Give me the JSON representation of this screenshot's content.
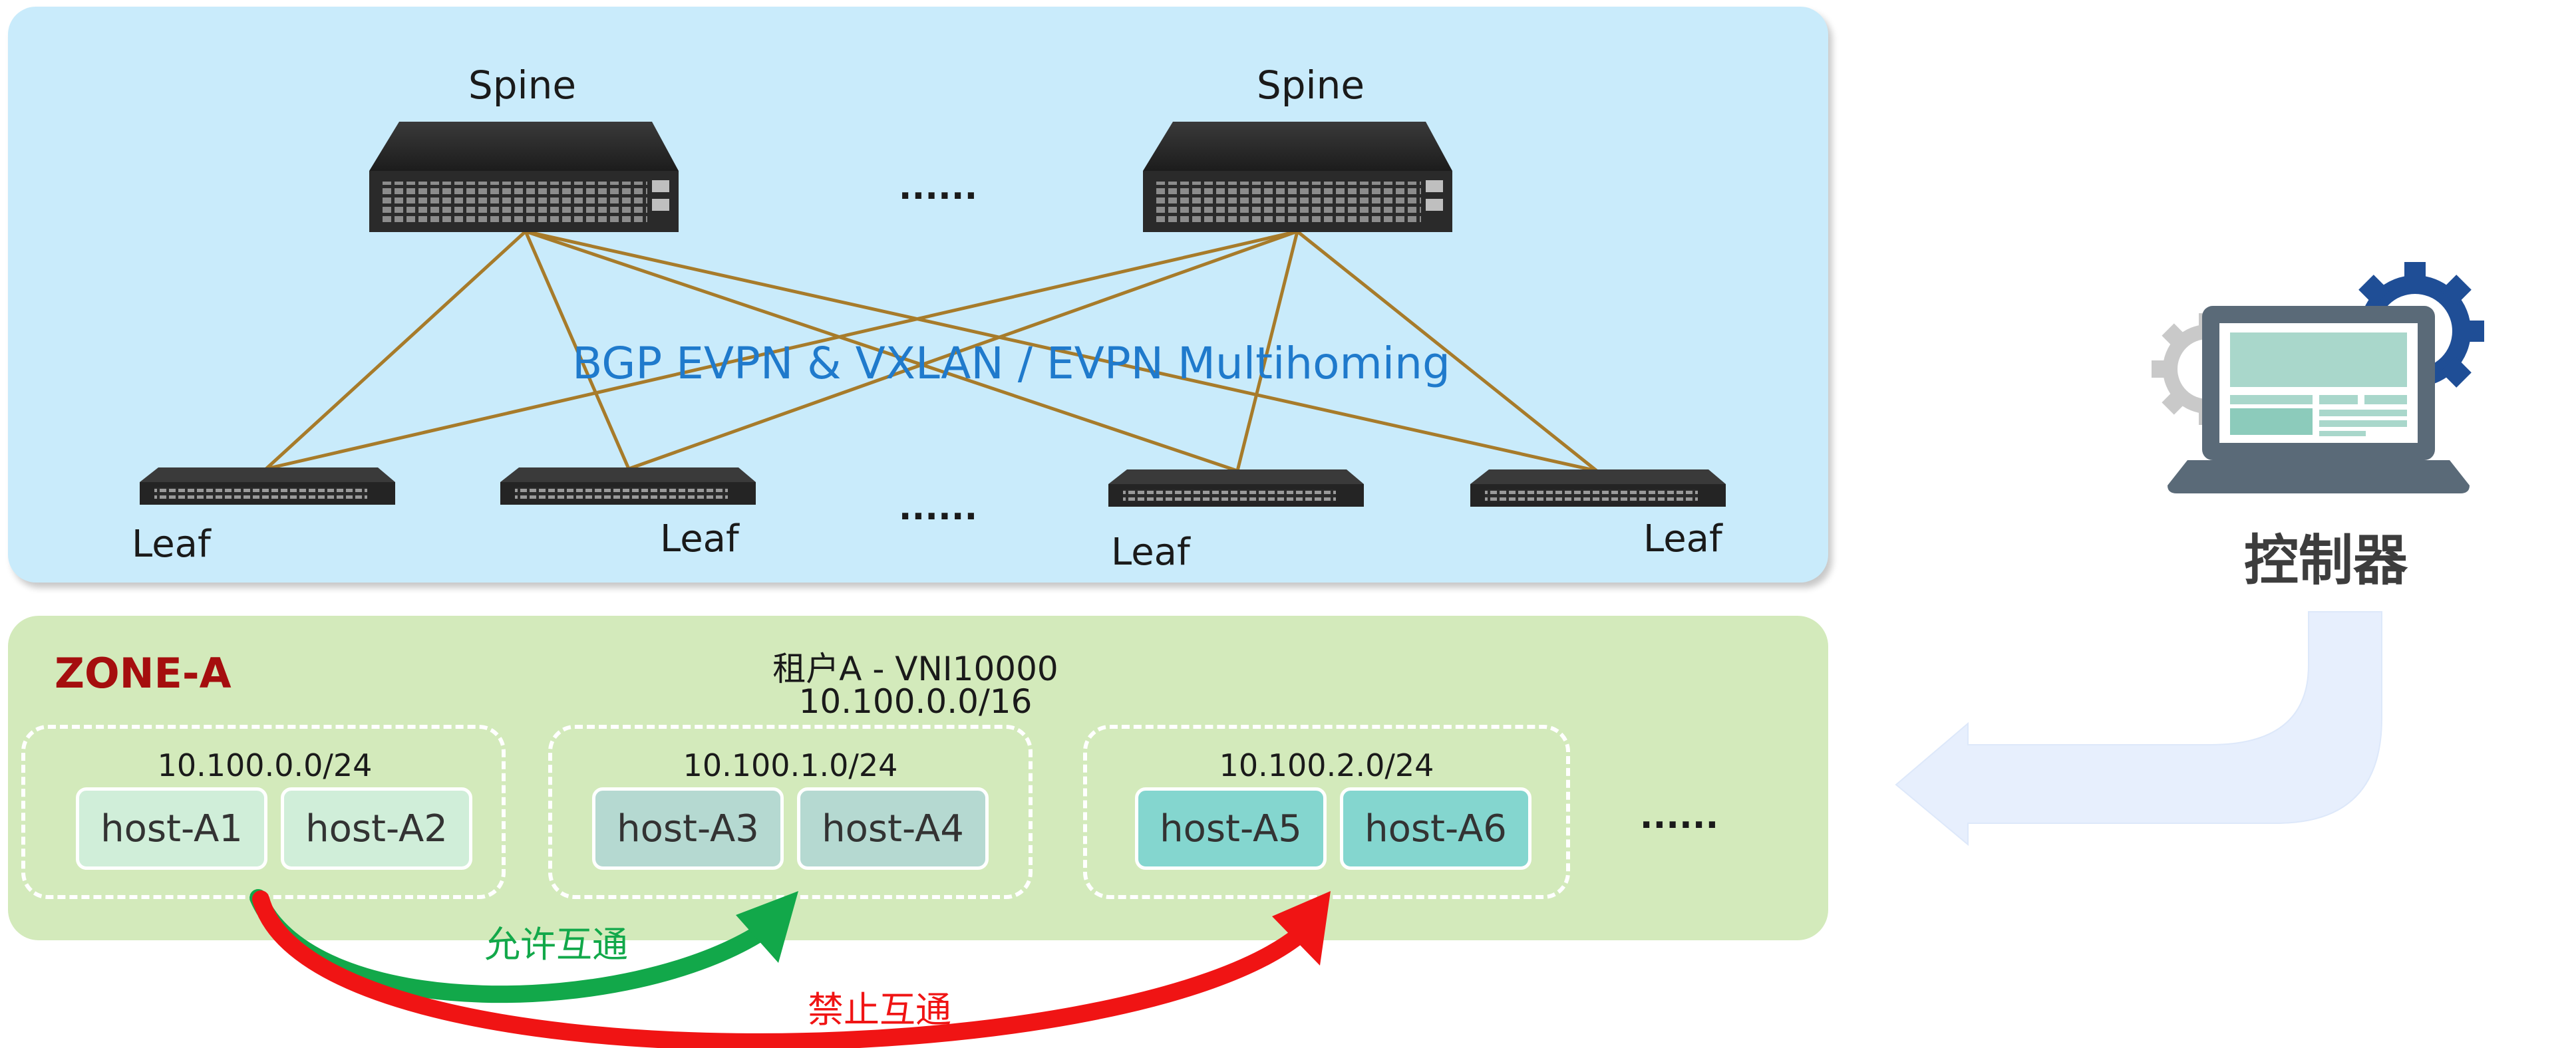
{
  "spines": [
    {
      "label": "Spine"
    },
    {
      "label": "Spine"
    }
  ],
  "leaves": [
    {
      "label": "Leaf"
    },
    {
      "label": "Leaf"
    },
    {
      "label": "Leaf"
    },
    {
      "label": "Leaf"
    }
  ],
  "fabric": {
    "protocol_label": "BGP EVPN & VXLAN / EVPN Multihoming",
    "ellipsis_spine": "......",
    "ellipsis_leaf": "......",
    "link_color": "#a77b2a",
    "panel_color": "#c9ebfb"
  },
  "controller": {
    "label": "控制器",
    "icon": "laptop-gear-icon"
  },
  "zone": {
    "name": "ZONE-A",
    "tenant_label": "租户A - VNI10000",
    "tenant_cidr": "10.100.0.0/16",
    "ellipsis": "......",
    "name_color": "#a50e0e",
    "panel_color": "#d3eabb",
    "subnets": [
      {
        "cidr": "10.100.0.0/24",
        "hosts": [
          "host-A1",
          "host-A2"
        ],
        "color": "#d0eed9"
      },
      {
        "cidr": "10.100.1.0/24",
        "hosts": [
          "host-A3",
          "host-A4"
        ],
        "color": "#b5d9d1"
      },
      {
        "cidr": "10.100.2.0/24",
        "hosts": [
          "host-A5",
          "host-A6"
        ],
        "color": "#84d6cf"
      }
    ]
  },
  "policies": [
    {
      "label": "允许互通",
      "color": "#12a84a"
    },
    {
      "label": "禁止互通",
      "color": "#f01414"
    }
  ]
}
